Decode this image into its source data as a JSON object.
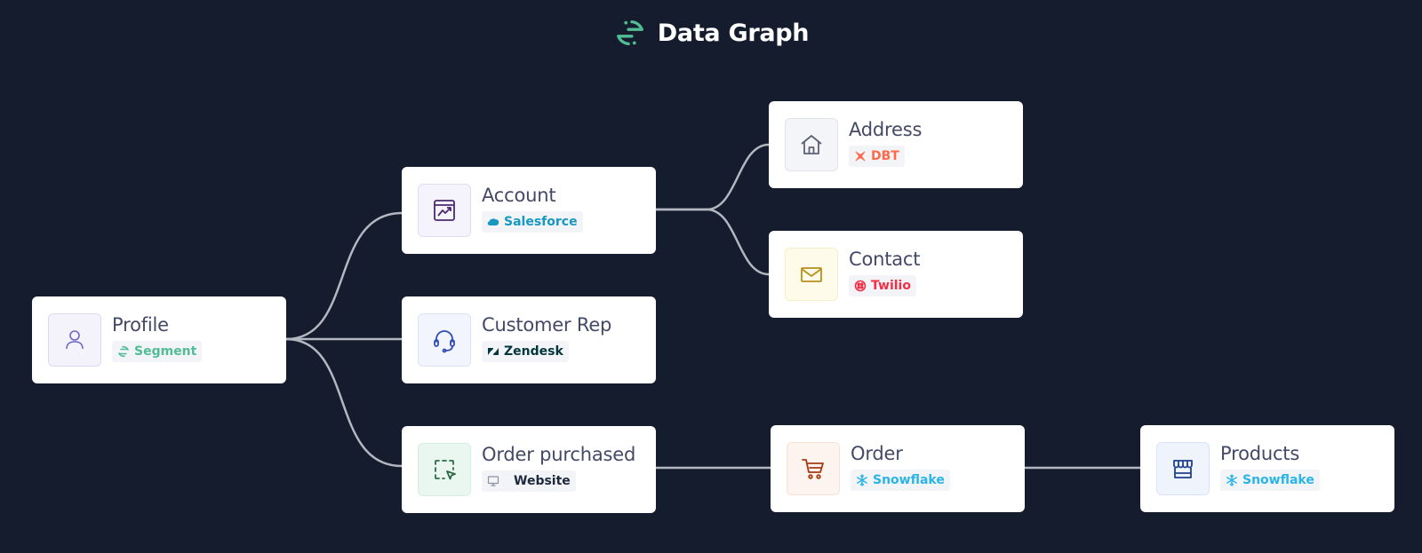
{
  "header": {
    "title": "Data Graph",
    "logo_icon": "segment-logo-icon",
    "accent": "#52bd94"
  },
  "nodes": {
    "profile": {
      "name": "Profile",
      "source": "Segment",
      "icon": "user-icon",
      "source_icon": "segment-icon",
      "source_color": "#52bd94"
    },
    "account": {
      "name": "Account",
      "source": "Salesforce",
      "icon": "chart-window-icon",
      "source_icon": "salesforce-icon",
      "source_color": "#1798c1"
    },
    "rep": {
      "name": "Customer Rep",
      "source": "Zendesk",
      "icon": "headset-icon",
      "source_icon": "zendesk-icon",
      "source_color": "#03363d"
    },
    "purchased": {
      "name": "Order purchased",
      "source": "Website",
      "icon": "select-cursor-icon",
      "source_icon": "monitor-icon",
      "source_color": "#1e293b"
    },
    "address": {
      "name": "Address",
      "source": "DBT",
      "icon": "house-icon",
      "source_icon": "dbt-icon",
      "source_color": "#ff694b"
    },
    "contact": {
      "name": "Contact",
      "source": "Twilio",
      "icon": "envelope-icon",
      "source_icon": "twilio-icon",
      "source_color": "#f22f46"
    },
    "order": {
      "name": "Order",
      "source": "Snowflake",
      "icon": "cart-icon",
      "source_icon": "snowflake-icon",
      "source_color": "#29b5e8"
    },
    "products": {
      "name": "Products",
      "source": "Snowflake",
      "icon": "storefront-icon",
      "source_icon": "snowflake-icon",
      "source_color": "#29b5e8"
    }
  },
  "edges": [
    [
      "profile",
      "account"
    ],
    [
      "profile",
      "rep"
    ],
    [
      "profile",
      "purchased"
    ],
    [
      "account",
      "address"
    ],
    [
      "account",
      "contact"
    ],
    [
      "purchased",
      "order"
    ],
    [
      "order",
      "products"
    ]
  ]
}
